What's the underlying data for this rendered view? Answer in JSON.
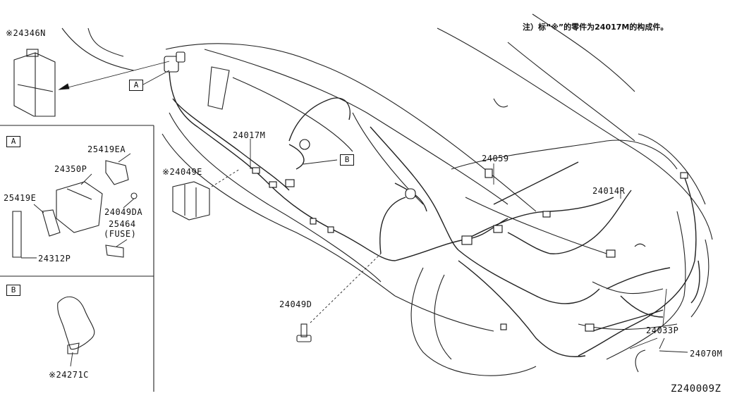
{
  "note": "注）标“※”的零件为24017M的构成件。",
  "diagram_code": "Z240009Z",
  "box_labels": {
    "a": "A",
    "b": "B"
  },
  "detail_a": {
    "box": "A",
    "parts": {
      "p25419ea": "25419EA",
      "p24350p": "24350P",
      "p25419e": "25419E",
      "p24049da": "24049DA",
      "p25464": "25464",
      "p_fuse": "(FUSE)",
      "p24312p": "24312P"
    }
  },
  "detail_b": {
    "box": "B",
    "parts": {
      "p24271c": "※24271C"
    }
  },
  "parts": {
    "p24346n": "※24346N",
    "p24017m": "24017M",
    "p24049e": "※24049E",
    "p24059": "24059",
    "p24014r": "24014R",
    "p24049d": "24049D",
    "p24033p": "24033P",
    "p24070m": "24070M"
  }
}
